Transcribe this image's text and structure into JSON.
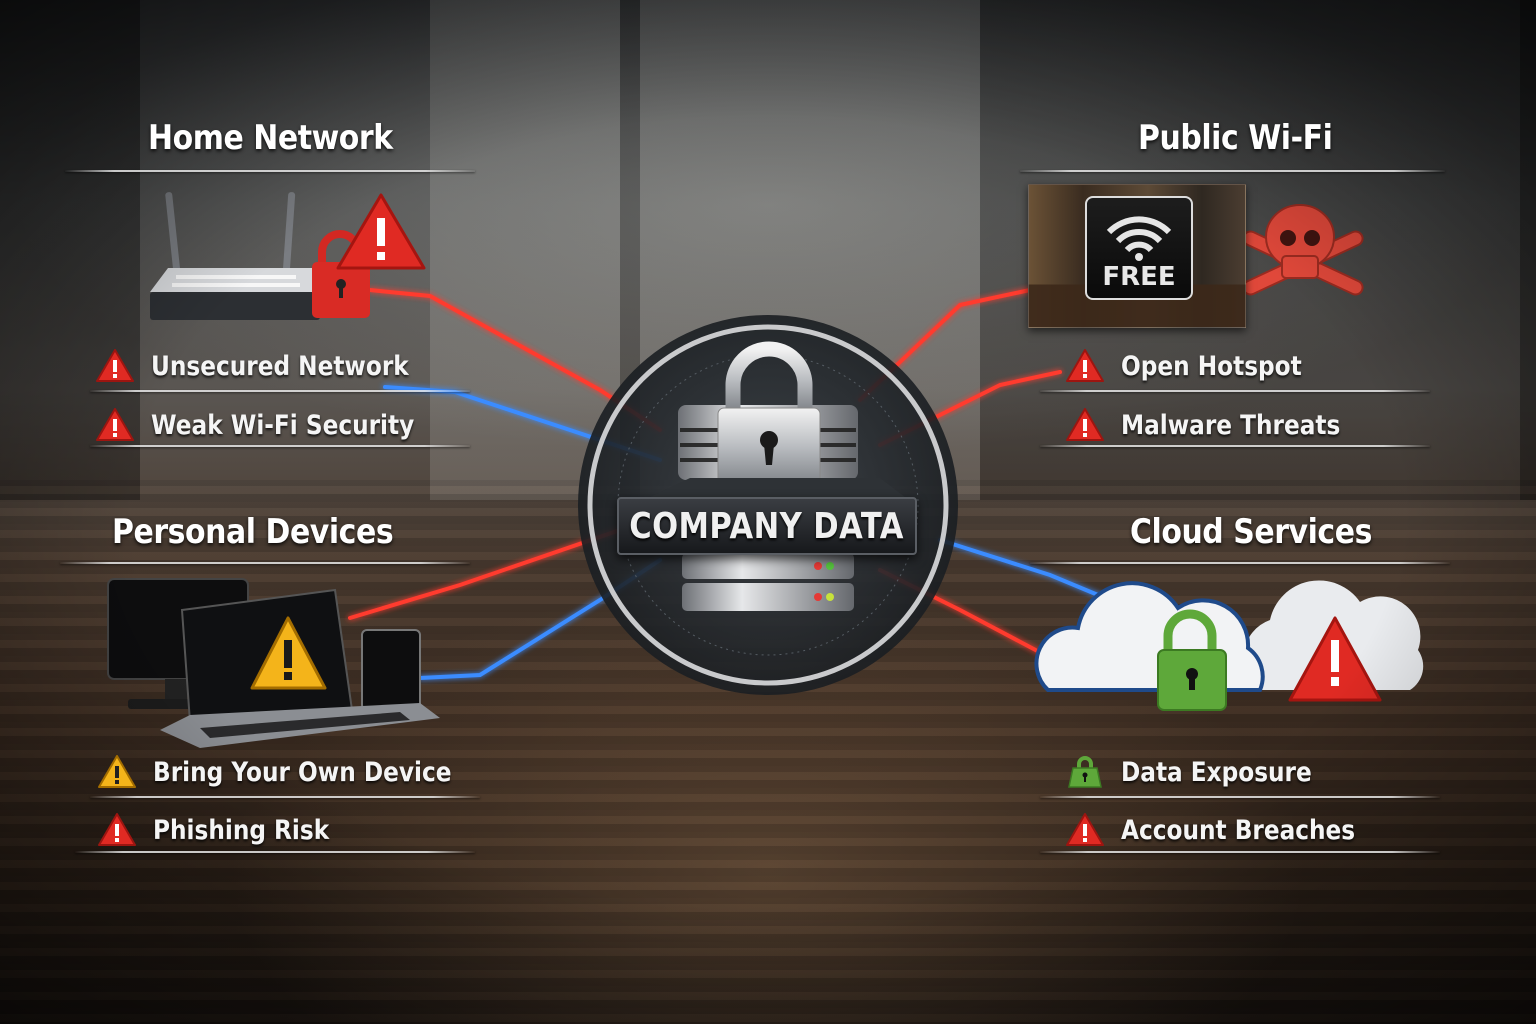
{
  "hub": {
    "label": "COMPANY DATA",
    "icon": "padlock-database-icon"
  },
  "colors": {
    "risk_red": "#e02a23",
    "link_red": "#ff3a2e",
    "link_blue": "#3a8cff",
    "warning_yellow": "#f4b41a",
    "secure_green": "#5ea83a",
    "text": "#ffffff"
  },
  "panels": {
    "home_network": {
      "title": "Home Network",
      "illustration": "router-with-red-lock-and-warning",
      "items": [
        {
          "label": "Unsecured Network",
          "icon": "red-warning-icon"
        },
        {
          "label": "Weak Wi-Fi Security",
          "icon": "red-warning-icon"
        }
      ]
    },
    "public_wifi": {
      "title": "Public Wi-Fi",
      "illustration": "cafe-free-wifi-sign-with-skull",
      "sign_text": "FREE",
      "items": [
        {
          "label": "Open Hotspot",
          "icon": "red-warning-icon"
        },
        {
          "label": "Malware Threats",
          "icon": "red-warning-icon"
        }
      ]
    },
    "personal_devices": {
      "title": "Personal Devices",
      "illustration": "monitor-laptop-tablet-with-yellow-warning",
      "items": [
        {
          "label": "Bring Your Own Device",
          "icon": "yellow-warning-icon"
        },
        {
          "label": "Phishing Risk",
          "icon": "red-warning-icon"
        }
      ]
    },
    "cloud_services": {
      "title": "Cloud Services",
      "illustration": "clouds-with-green-lock-and-red-warning",
      "items": [
        {
          "label": "Data Exposure",
          "icon": "green-lock-icon"
        },
        {
          "label": "Account Breaches",
          "icon": "red-warning-icon"
        }
      ]
    }
  }
}
